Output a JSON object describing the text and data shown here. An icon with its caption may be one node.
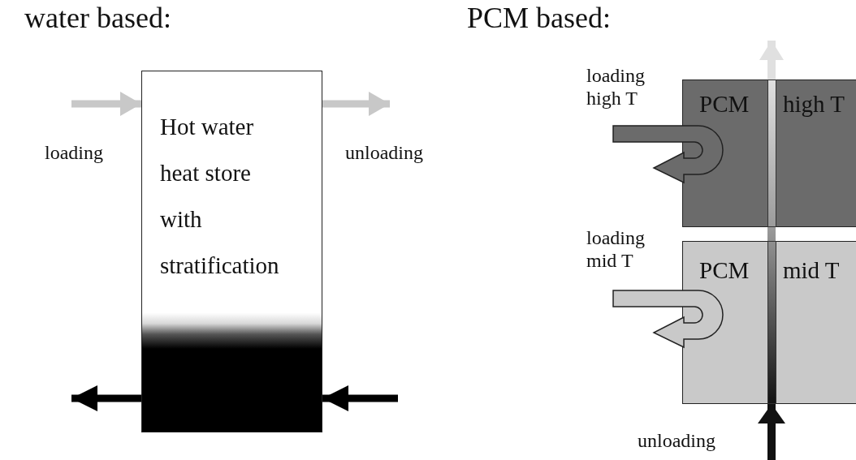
{
  "diagram": {
    "nodes": [
      {
        "text": [
          "Hot water heat store with stratification"
        ]
      },
      {
        "text": [
          "PCM",
          "high T"
        ]
      },
      {
        "text": [
          "PCM",
          "mid T"
        ]
      }
    ],
    "edges": [
      {
        "from": null,
        "to": 0,
        "arrow": "to",
        "label": "loading",
        "color": "#c8c8c8"
      },
      {
        "from": 0,
        "to": null,
        "arrow": "to",
        "label": "unloading",
        "color": "#c8c8c8"
      },
      {
        "from": 0,
        "to": null,
        "arrow": "to",
        "color": "#000000"
      },
      {
        "from": null,
        "to": 0,
        "arrow": "to",
        "color": "#000000"
      },
      {
        "from": 1,
        "to": null,
        "arrow": "to",
        "label": "loading high T",
        "color": "#6b6b6b"
      },
      {
        "from": 2,
        "to": null,
        "arrow": "to",
        "label": "loading mid T",
        "color": "#c9c9c9"
      },
      {
        "from": null,
        "to": 2,
        "arrow": "to",
        "label": "unloading"
      },
      {
        "from": 2,
        "to": 1,
        "arrow": "none"
      },
      {
        "from": 1,
        "to": null,
        "arrow": "to"
      }
    ],
    "labels": [
      "water based:",
      "PCM based:"
    ]
  }
}
